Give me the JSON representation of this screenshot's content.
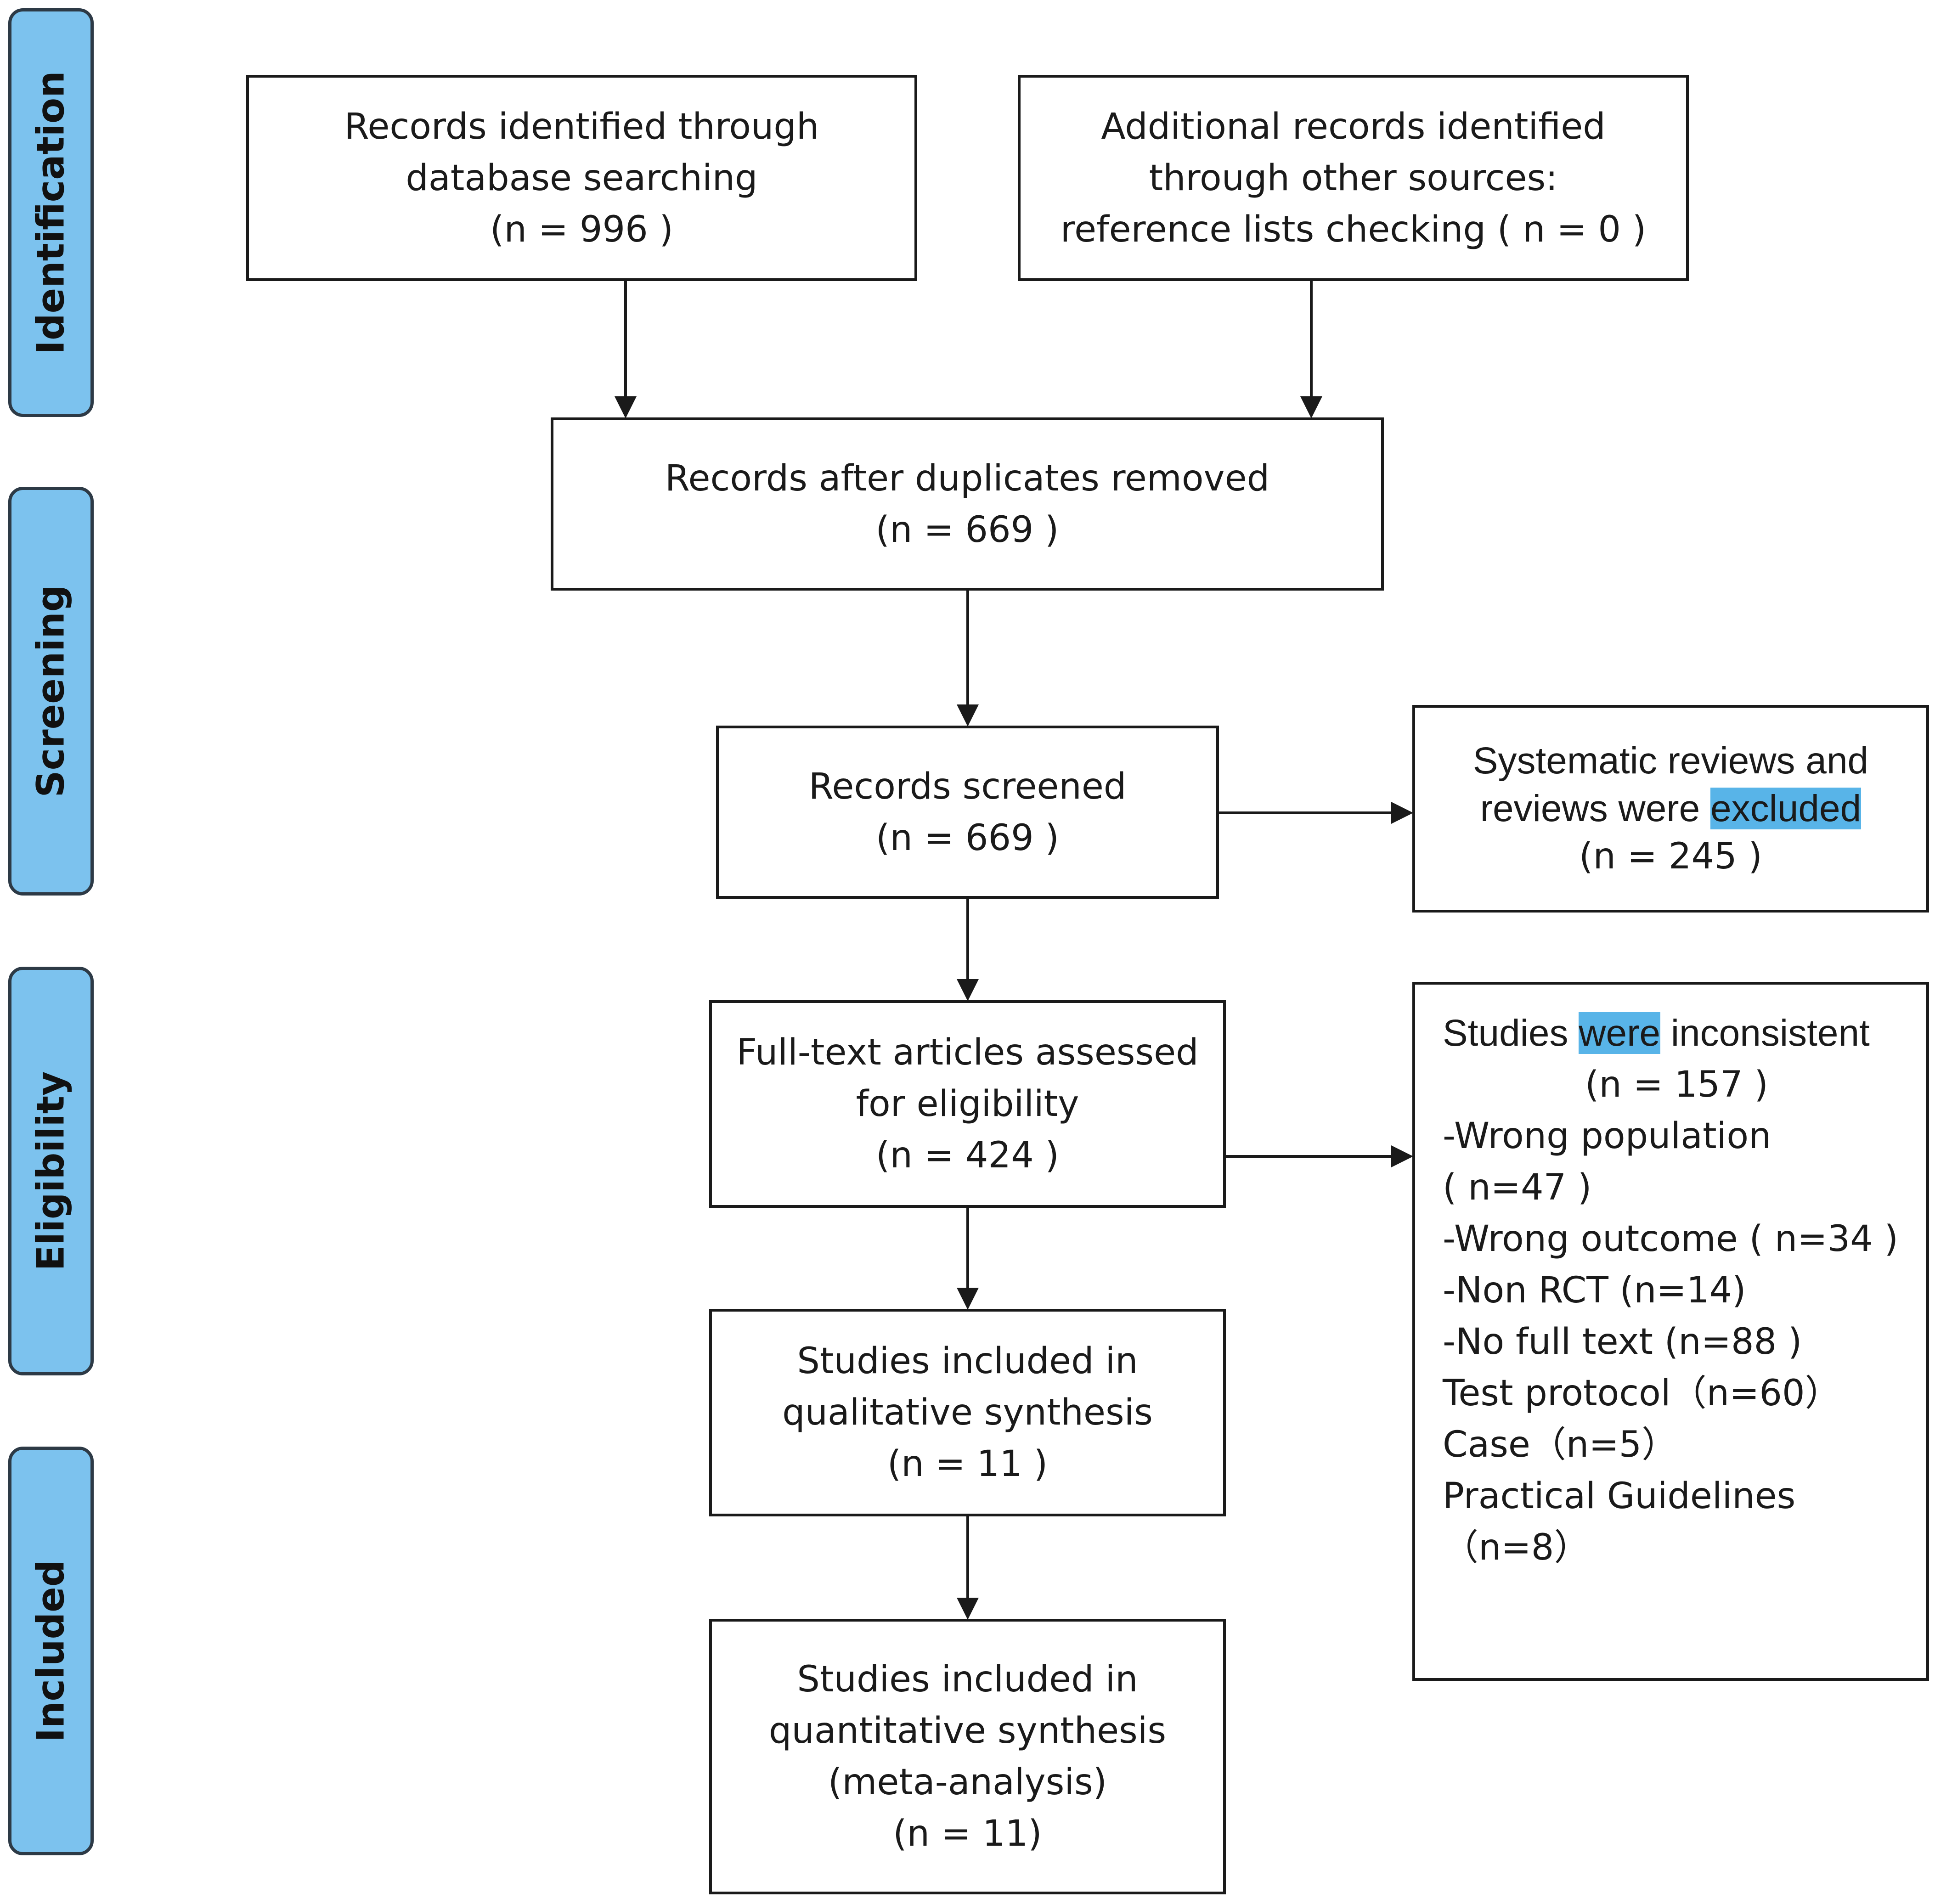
{
  "stages": {
    "identification": "Identification",
    "screening": "Screening",
    "eligibility": "Eligibility",
    "included": "Included"
  },
  "boxes": {
    "database": {
      "line1": "Records identified through",
      "line2": "database searching",
      "count": "(n =  996 )"
    },
    "other_sources": {
      "line1": "Additional records identified",
      "line2": "through other sources:",
      "line3": "reference lists checking ( n = 0 )"
    },
    "duplicates_removed": {
      "line1": "Records after duplicates removed",
      "count": "(n = 669 )"
    },
    "screened": {
      "line1": "Records screened",
      "count": "(n =  669 )"
    },
    "excluded_reviews": {
      "line1": "Systematic reviews and",
      "line2_a": "reviews were ",
      "line2_highlight": "excluded",
      "count": "(n =  245 )"
    },
    "full_text": {
      "line1": "Full-text articles assessed",
      "line2": "for eligibility",
      "count": "(n =  424 )"
    },
    "inconsistent": {
      "title_a": "Studies ",
      "title_highlight": "were",
      "title_b": " inconsistent",
      "count": "(n =  157 )",
      "items": [
        "-Wrong population",
        "( n=47 )",
        "-Wrong outcome ( n=34 )",
        "-Non RCT (n=14)",
        "-No full text (n=88 )",
        "Test protocol（n=60）",
        "Case（n=5）",
        "Practical Guidelines",
        "（n=8）"
      ]
    },
    "qualitative": {
      "line1": "Studies included in",
      "line2": "qualitative synthesis",
      "count": "(n =  11 )"
    },
    "quantitative": {
      "line1": "Studies included in",
      "line2": "quantitative synthesis",
      "line3": "(meta-analysis)",
      "count": "(n =  11)"
    }
  },
  "colors": {
    "stage_fill": "#7cc2ee",
    "highlight": "#58b4e8",
    "border": "#1a1a1a"
  }
}
